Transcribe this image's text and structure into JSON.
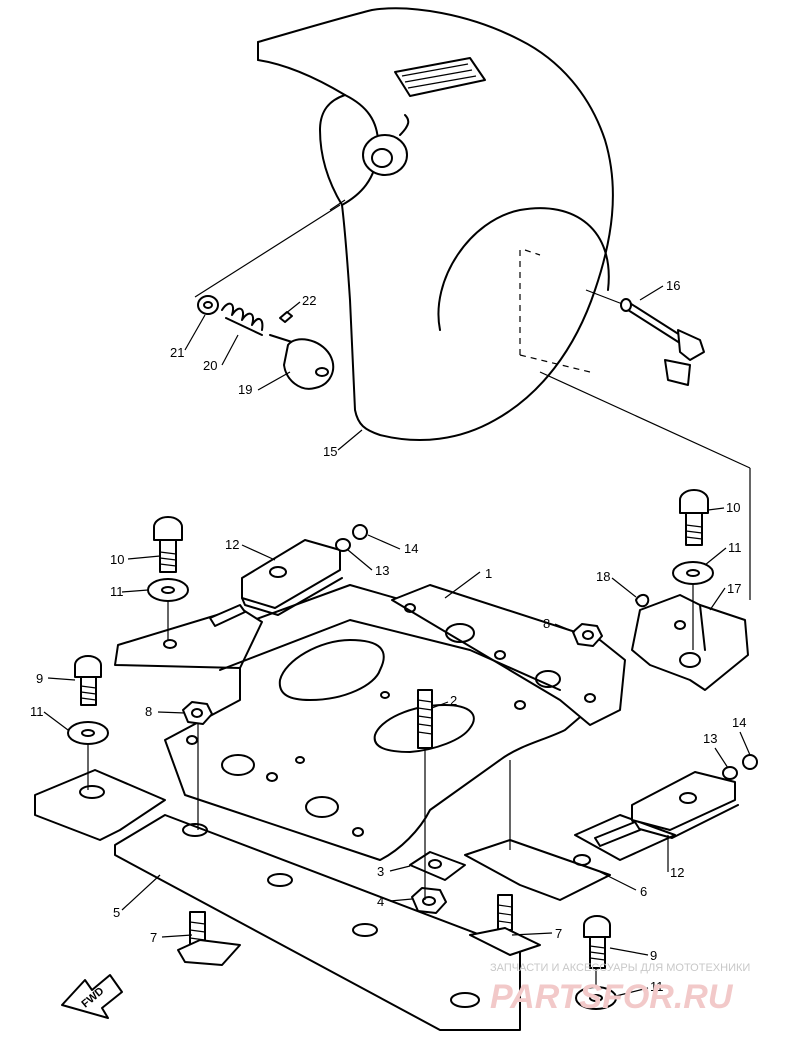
{
  "labels": {
    "p1": "1",
    "p2": "2",
    "p3": "3",
    "p4": "4",
    "p5": "5",
    "p6": "6",
    "p7a": "7",
    "p7b": "7",
    "p8a": "8",
    "p8b": "8",
    "p9a": "9",
    "p9b": "9",
    "p10a": "10",
    "p10b": "10",
    "p11a": "11",
    "p11b": "11",
    "p11c": "11",
    "p11d": "11",
    "p12a": "12",
    "p12b": "12",
    "p13a": "13",
    "p13b": "13",
    "p14a": "14",
    "p14b": "14",
    "p15": "15",
    "p16": "16",
    "p17": "17",
    "p18": "18",
    "p19": "19",
    "p20": "20",
    "p21": "21",
    "p22": "22"
  },
  "direction_marker": "FWD",
  "watermark": {
    "line1": "ЗАПЧАСТИ И АКСЕССУАРЫ ДЛЯ МОТОТЕХНИКИ",
    "line2": "PARTSFOR.RU"
  },
  "colors": {
    "ink": "#000000",
    "paper": "#ffffff",
    "watermark": "#f2c9c9"
  }
}
